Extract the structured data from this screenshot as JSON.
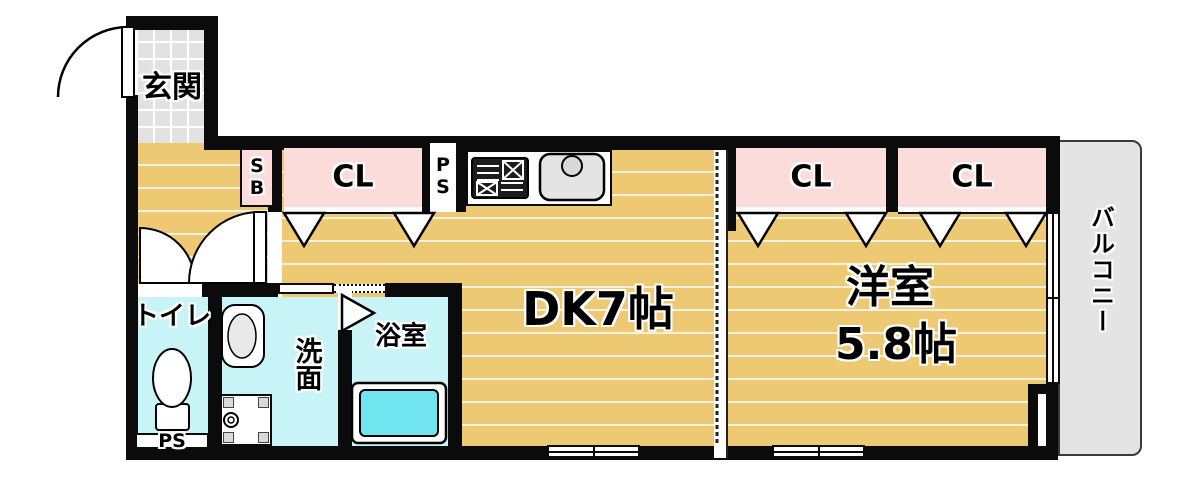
{
  "plan_type": "apartment-floor-plan",
  "labels": {
    "genkan": "玄関",
    "dk": "DK7帖",
    "western_room_line1": "洋室",
    "western_room_line2": "5.8帖",
    "toilet": "トイレ",
    "washroom": "洗面",
    "bathroom": "浴室",
    "balcony": "バルコニー",
    "shoe_box": "SB",
    "pipe_space_kitchen": "PS",
    "pipe_space_toilet": "PS",
    "closet_dk": "CL",
    "closet_west_left": "CL",
    "closet_west_right": "CL"
  },
  "colors": {
    "wall": "#0b0b0b",
    "wood_floor": "#edc973",
    "entrance_tile": "#e2e2e2",
    "wet_room": "#c8f4f8",
    "closet": "#fcdbdb",
    "bathtub": "#6fe6ef",
    "balcony": "#e4e4e4"
  }
}
